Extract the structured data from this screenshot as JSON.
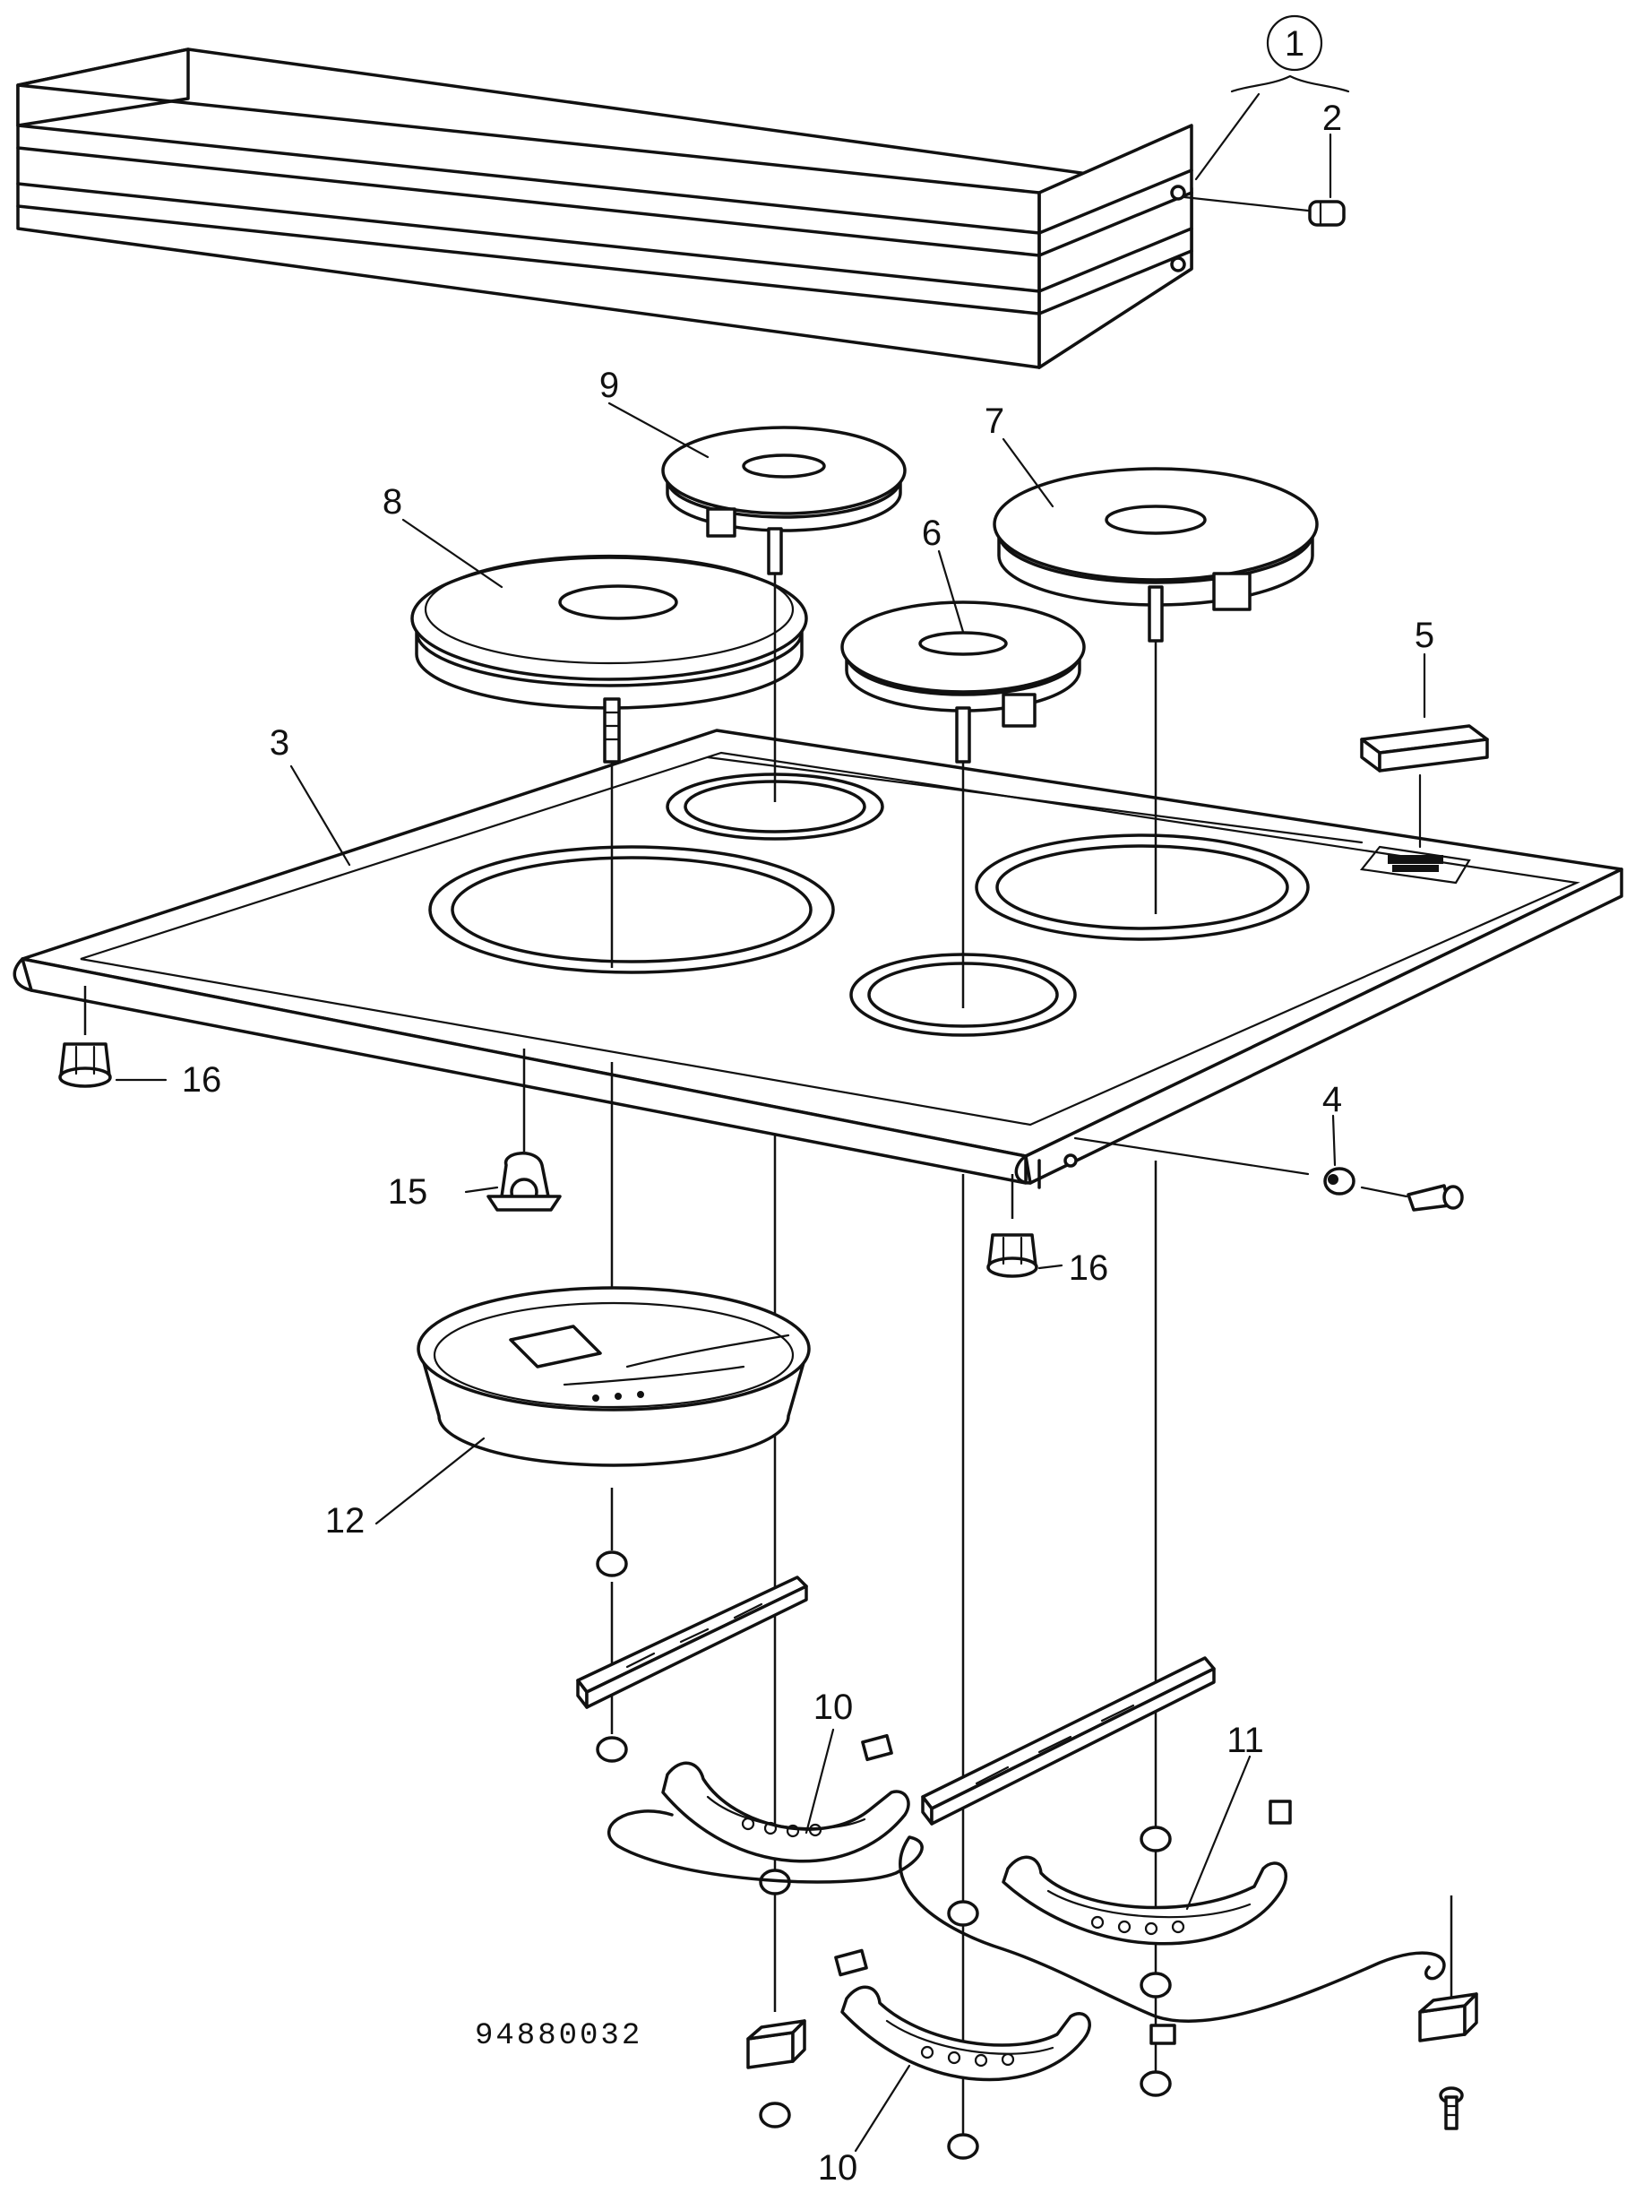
{
  "drawing_code": "94880032",
  "callouts": [
    {
      "id": "1",
      "label": "1"
    },
    {
      "id": "2",
      "label": "2"
    },
    {
      "id": "3",
      "label": "3"
    },
    {
      "id": "4",
      "label": "4"
    },
    {
      "id": "5",
      "label": "5"
    },
    {
      "id": "6",
      "label": "6"
    },
    {
      "id": "7",
      "label": "7"
    },
    {
      "id": "8",
      "label": "8"
    },
    {
      "id": "9",
      "label": "9"
    },
    {
      "id": "10a",
      "label": "10"
    },
    {
      "id": "10b",
      "label": "10"
    },
    {
      "id": "11",
      "label": "11"
    },
    {
      "id": "12",
      "label": "12"
    },
    {
      "id": "15",
      "label": "15"
    },
    {
      "id": "16a",
      "label": "16"
    },
    {
      "id": "16b",
      "label": "16"
    }
  ]
}
